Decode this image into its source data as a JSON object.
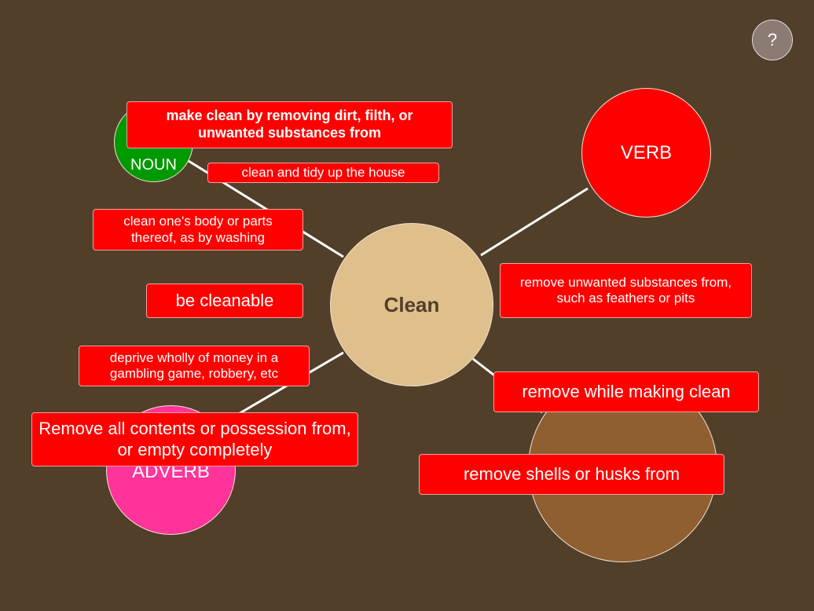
{
  "help_label": "?",
  "center": {
    "label": "Clean",
    "color": "#dfc08c"
  },
  "nodes": {
    "noun": {
      "label": "NOUN",
      "color": "#009900"
    },
    "verb": {
      "label": "VERB",
      "color": "#ff0000"
    },
    "adverb": {
      "label": "ADVERB",
      "color": "#ff3399"
    },
    "other": {
      "color": "#8f5f32"
    }
  },
  "definitions": [
    "make clean by removing dirt, filth, or unwanted substances from",
    "clean and tidy up the house",
    "clean one's body or parts thereof, as by washing",
    "be cleanable",
    "deprive wholly of money in a gambling game, robbery, etc",
    "Remove all contents or possession from, or empty completely",
    "remove unwanted substances from, such as feathers or pits",
    "remove while making clean",
    "remove shells or husks from"
  ]
}
